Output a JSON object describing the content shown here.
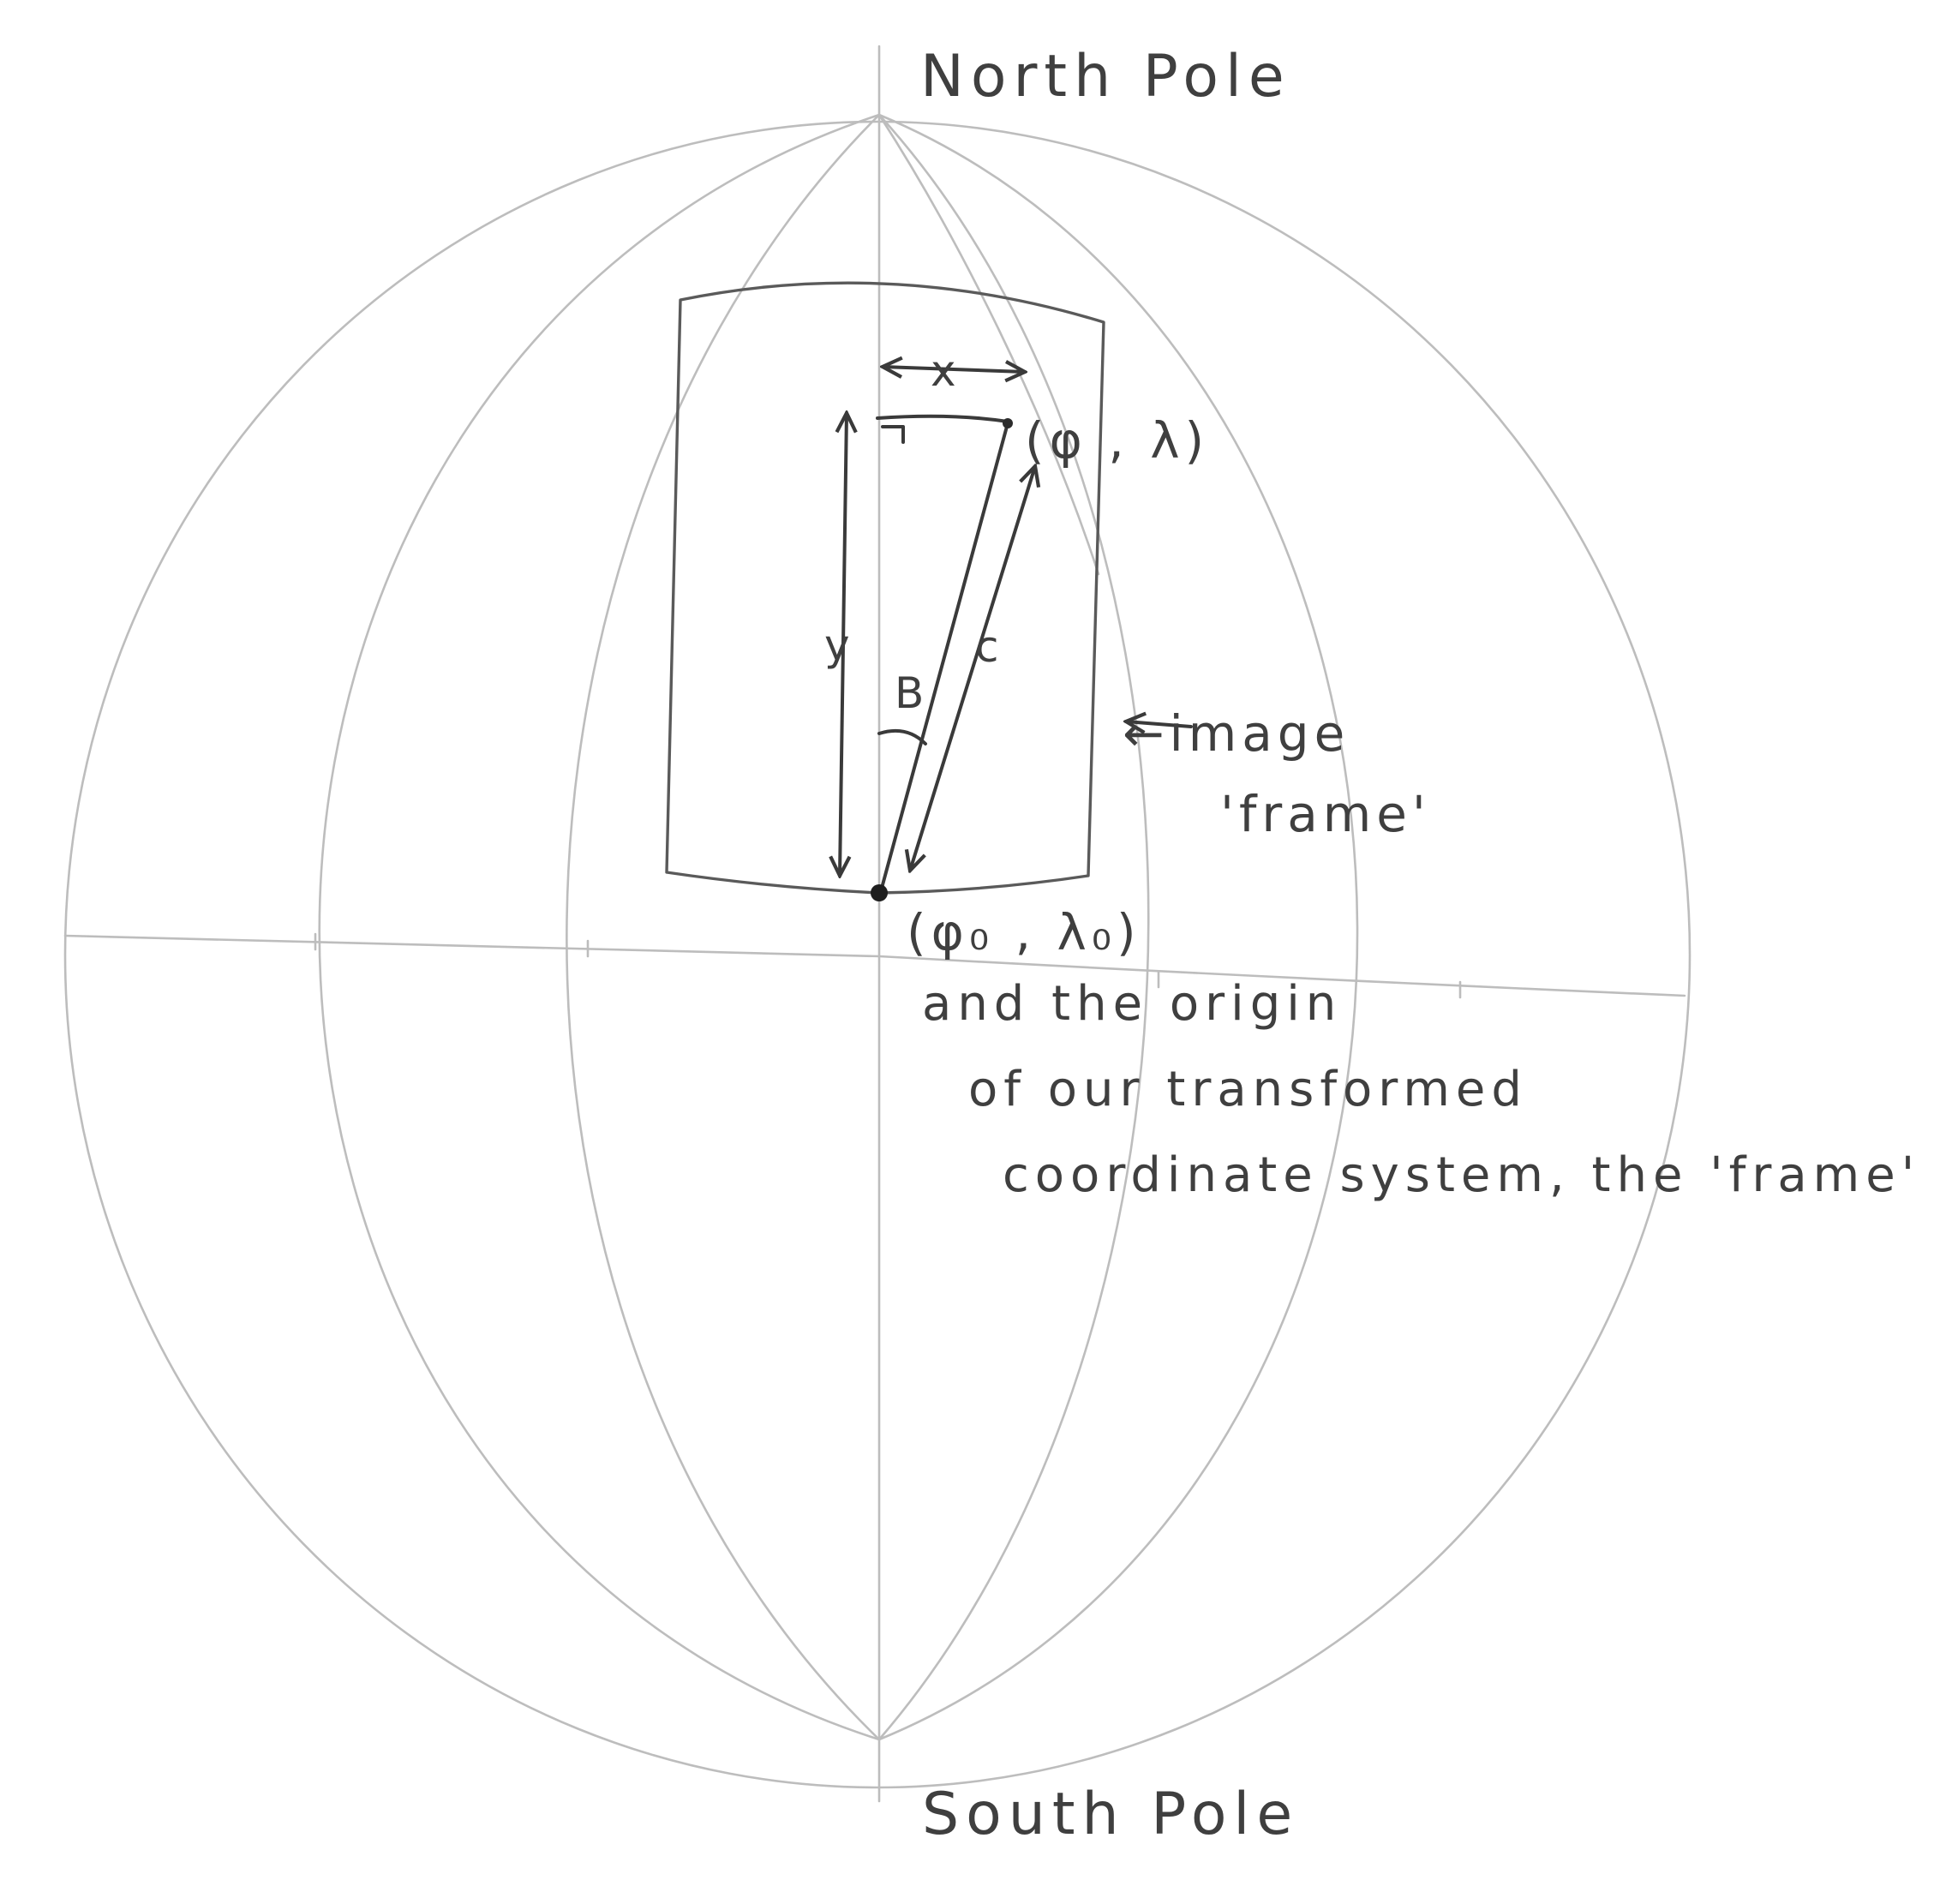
{
  "labels": {
    "north_pole": "North Pole",
    "south_pole": "South Pole",
    "point": "(φ , λ)",
    "origin_point": "(φ₀ , λ₀)",
    "x_label": "x",
    "y_label": "y",
    "c_label": "c",
    "angle_label": "B",
    "image_frame_line1": "←image",
    "image_frame_line2": "'frame'",
    "note_line1": "and the origin",
    "note_line2": "of our transformed",
    "note_line3": "coordinate system, the 'frame'"
  },
  "colors": {
    "ink": "#3f3f3f",
    "pencil": "#bdbdbd"
  }
}
